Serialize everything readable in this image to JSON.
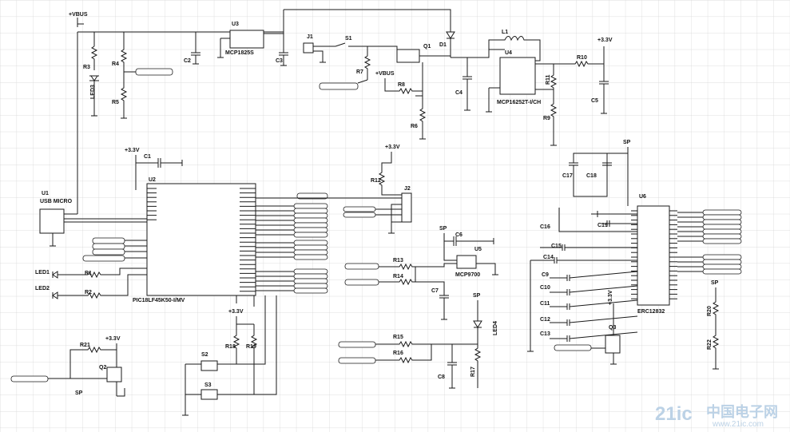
{
  "colors": {
    "grid": "#d4d4d4",
    "wire": "#1a1a1a",
    "background": "#ffffff",
    "watermark": "#bcd2e6"
  },
  "power_labels": {
    "vbus_top": "+VBUS",
    "vbus_mid": "+VBUS",
    "v33_c1": "+3.3V",
    "v33_r12": "+3.3V",
    "v33_r10": "+3.3V",
    "v33_r18": "+3.3V",
    "v33_r21": "+3.3V",
    "v33_q3": "+3.3V",
    "sp_u6": "SP",
    "sp_u5": "SP",
    "sp_r17": "SP",
    "sp_r20": "SP",
    "sp_q2": "SP"
  },
  "components": {
    "u1": "U1",
    "u1_name": "USB MICRO",
    "u2": "U2",
    "u2_name": "PIC18LF45K50-I/MV",
    "u3": "U3",
    "u3_name": "MCP1825S",
    "u4": "U4",
    "u4_name": "MCP16252T-I/CH",
    "u5": "U5",
    "u5_name": "MCP9700",
    "u6": "U6",
    "u6_name": "ERC12832",
    "j1": "J1",
    "j2": "J2",
    "s1": "S1",
    "s2": "S2",
    "s3": "S3",
    "q1": "Q1",
    "q2": "Q2",
    "q3": "Q3",
    "d1": "D1",
    "l1": "L1",
    "led1": "LED1",
    "led2": "LED2",
    "led3": "LED3",
    "led4": "LED4",
    "r1": "R1",
    "r2": "R2",
    "r3": "R3",
    "r4": "R4",
    "r5": "R5",
    "r6": "R6",
    "r7": "R7",
    "r8": "R8",
    "r9": "R9",
    "r10": "R10",
    "r11": "R11",
    "r12": "R12",
    "r13": "R13",
    "r14": "R14",
    "r15": "R15",
    "r16": "R16",
    "r17": "R17",
    "r18": "R18",
    "r19": "R19",
    "r20": "R20",
    "r21": "R21",
    "r22": "R22",
    "c1": "C1",
    "c2": "C2",
    "c3": "C3",
    "c4": "C4",
    "c5": "C5",
    "c6": "C6",
    "c7": "C7",
    "c8": "C8",
    "c9": "C9",
    "c10": "C10",
    "c11": "C11",
    "c12": "C12",
    "c13": "C13",
    "c14": "C14",
    "c15": "C15",
    "c16": "C16",
    "c17": "C17",
    "c18": "C18",
    "c19": "C19"
  },
  "watermark": {
    "main": "21ic",
    "cn": "中国电子网",
    "url": "www.21ic.com"
  }
}
